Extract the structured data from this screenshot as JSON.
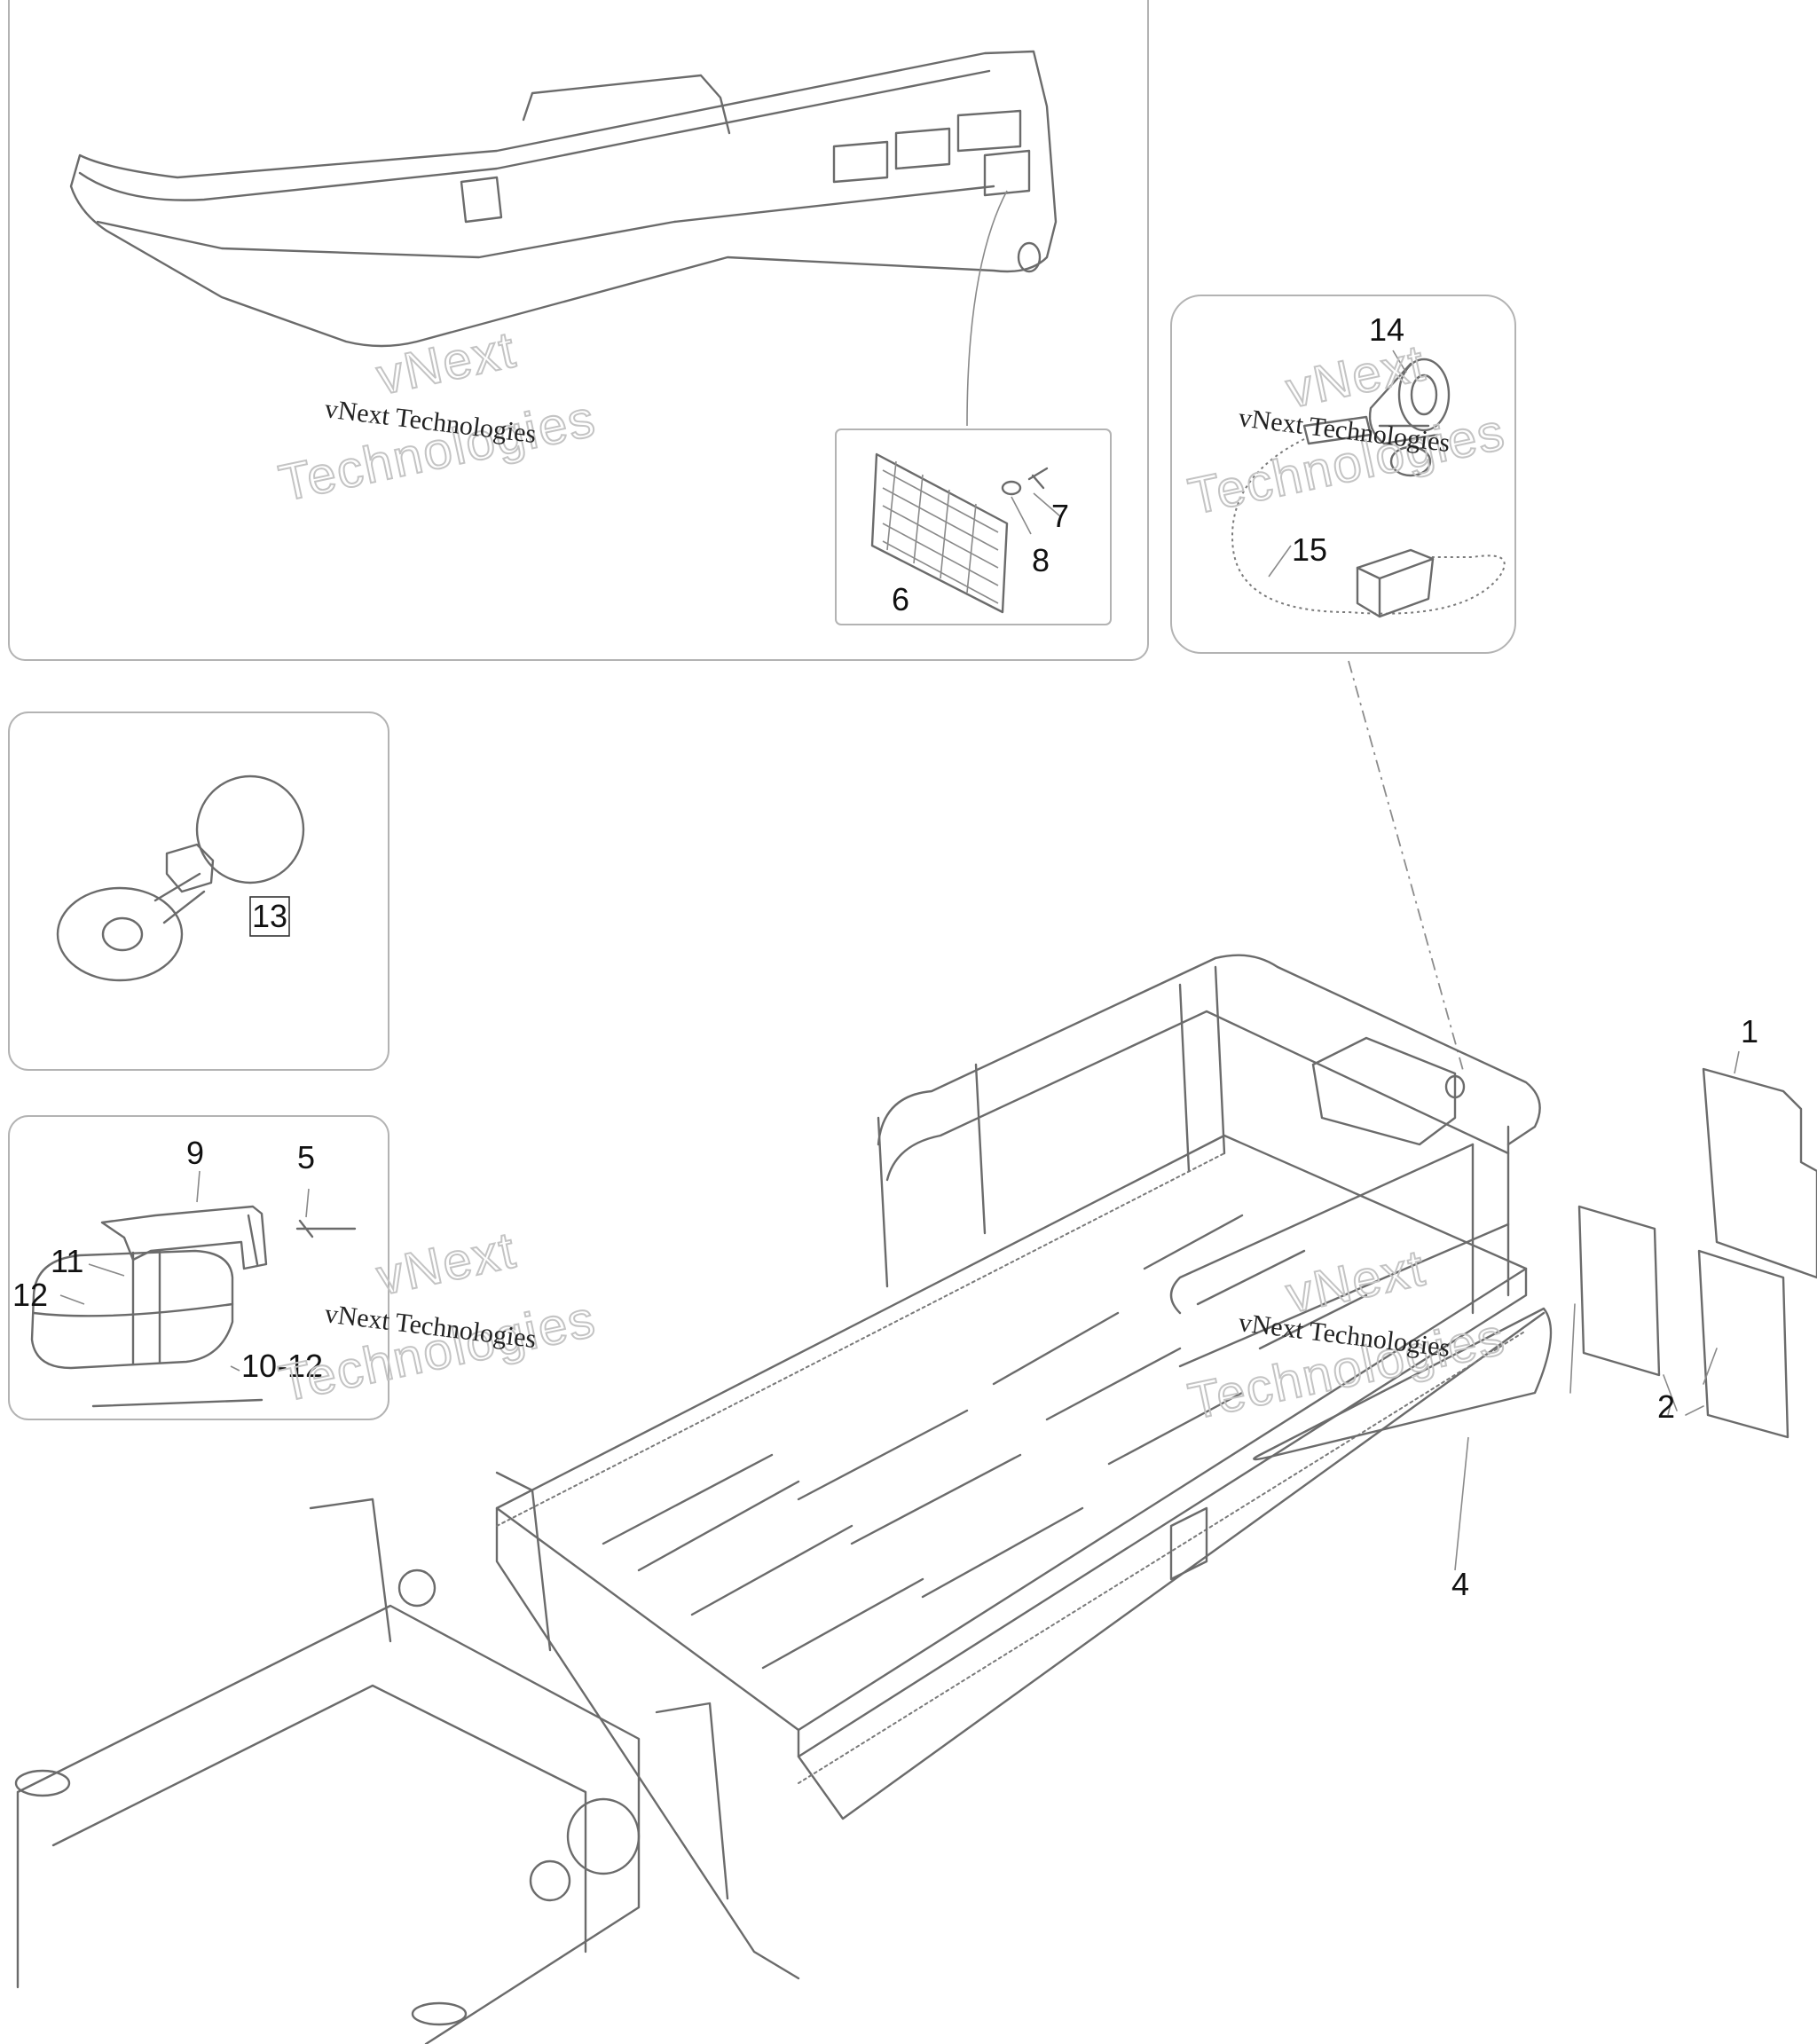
{
  "watermark": {
    "text_small": "vNext Technologies",
    "text_big_1": "vNext",
    "text_big_2": "Technologies"
  },
  "callouts": {
    "c1": "1",
    "c2": "2",
    "c4": "4",
    "c5": "5",
    "c6": "6",
    "c7": "7",
    "c8": "8",
    "c9": "9",
    "c10_12": "10-12",
    "c11": "11",
    "c12": "12",
    "c13": "13",
    "c14": "14",
    "c15": "15"
  },
  "colors": {
    "line": "#6b6b6b",
    "panel_border": "#b3b3b3",
    "text": "#111111",
    "watermark": "#c4c4c4"
  }
}
